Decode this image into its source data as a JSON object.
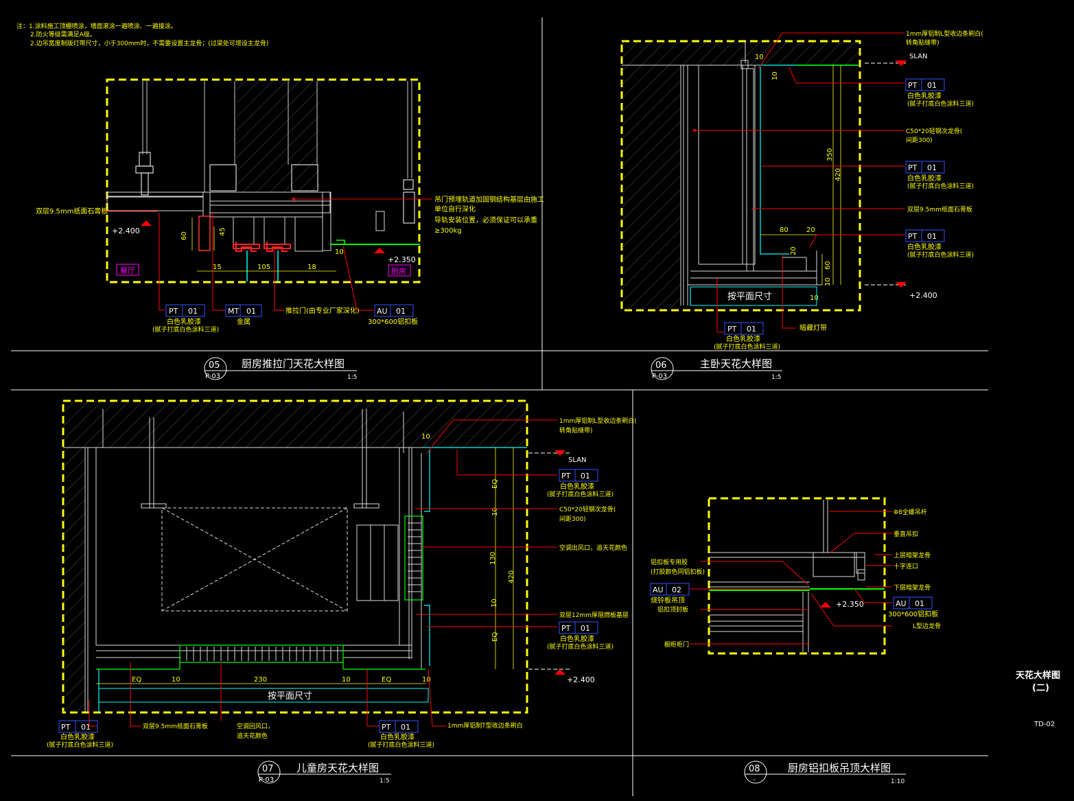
{
  "notes": {
    "line1": "注：1.涂料施工顶棚喷涂，墙面滚涂一遍喷涂、一遍接涂。",
    "line2": "2.防火等级需满足A级。",
    "line3": "2.边吊宽度制版灯带尺寸，小于300mm时，不需要设置主龙骨；(过梁处可增设主龙骨)"
  },
  "drawings": {
    "d05": {
      "num": "05",
      "sheet": "P-03",
      "title": "厨房推拉门天花大样图",
      "scale": "1:5"
    },
    "d06": {
      "num": "06",
      "sheet": "P-03",
      "title": "主卧天花大样图",
      "scale": "1:5"
    },
    "d07": {
      "num": "07",
      "sheet": "P-03",
      "title": "儿童房天花大样图",
      "scale": "1:5"
    },
    "d08": {
      "num": "08",
      "sheet": "-",
      "title": "厨房铝扣板吊顶大样图",
      "scale": "1:10"
    }
  },
  "d05": {
    "label_board": "双层9.5mm纸面石膏板",
    "level_left": "+2.400",
    "level_right": "+2.350",
    "room_left": "餐厅",
    "room_right": "厨房",
    "note_rail": [
      "吊门预埋轨道加固钢结构基层由施工",
      "单位自行深化",
      "导轨安装位置，必须保证可以承重",
      "≥300kg"
    ],
    "dims": {
      "d60": "60",
      "d45": "45",
      "d15": "15",
      "d105": "105",
      "d18": "18",
      "d10": "10"
    },
    "tags": [
      {
        "code": "PT",
        "num": "01",
        "name": "白色乳胶漆",
        "sub": "(腻子打底白色涂料三道)"
      },
      {
        "code": "MT",
        "num": "01",
        "name": "金属",
        "sub": ""
      },
      {
        "code": "AU",
        "num": "01",
        "name": "300*600铝扣板",
        "sub": ""
      }
    ],
    "label_door": "推拉门(由专业厂家深化)"
  },
  "d06": {
    "label_top": [
      "1mm厚铝制L型收边条刷白(",
      "转角贴缝带)"
    ],
    "slan": "SLAN",
    "tag1": {
      "code": "PT",
      "num": "01",
      "name": "白色乳胶漆",
      "sub": "(腻子打底白色涂料三道)"
    },
    "label_keel": [
      "C50*20轻钢次龙骨(",
      "间距300)"
    ],
    "tag2": {
      "code": "PT",
      "num": "01",
      "name": "白色乳胶漆",
      "sub": "(腻子打底白色涂料三道)"
    },
    "label_board": "双层9.5mm纸面石膏板",
    "tag3": {
      "code": "PT",
      "num": "01",
      "name": "白色乳胶漆",
      "sub": "(腻子打底白色涂料三道)"
    },
    "level": "+2.400",
    "plan_dim": "按平面尺寸",
    "tag_bottom": {
      "code": "PT",
      "num": "01",
      "name": "白色乳胶漆",
      "sub": "(腻子打底白色涂料三道)"
    },
    "label_light": "暗藏灯带",
    "dims": {
      "d10a": "10",
      "d10b": "10",
      "d350": "350",
      "d420": "420",
      "d80": "80",
      "d20a": "20",
      "d20b": "20",
      "d60": "60",
      "d10c": "10",
      "d10d": "10"
    }
  },
  "d07": {
    "label_top": [
      "1mm厚铝制L型收边条刷白(",
      "转角贴缝带)"
    ],
    "slan": "SLAN",
    "tag1": {
      "code": "PT",
      "num": "01",
      "name": "白色乳胶漆",
      "sub": "(腻子打底白色涂料三道)"
    },
    "label_keel": [
      "C50*20轻钢次龙骨(",
      "间距300)"
    ],
    "label_vent": "空调出风口，追天花颜色",
    "label_board": "双层12mm厚阻燃板基层",
    "tag2": {
      "code": "PT",
      "num": "01",
      "name": "白色乳胶漆",
      "sub": "(腻子打底白色涂料三道)"
    },
    "level": "+2.400",
    "plan_dim": "按平面尺寸",
    "tag_left": {
      "code": "PT",
      "num": "01",
      "name": "白色乳胶漆",
      "sub": "(腻子打底白色涂料三道)"
    },
    "label_gyp": "双层9.5mm纸面石膏板",
    "label_return": [
      "空调回风口，",
      "追天花颜色"
    ],
    "tag_right": {
      "code": "PT",
      "num": "01",
      "name": "白色乳胶漆",
      "sub": "(腻子打底白色涂料三道)"
    },
    "label_trim": "1mm厚铝制T型收边条刷白",
    "dims": {
      "d10t": "10",
      "eq1": "EQ",
      "d10a": "10",
      "d130": "130",
      "d420": "420",
      "d10b": "10",
      "eq2": "EQ",
      "eqb1": "EQ",
      "d10c": "10",
      "d230": "230",
      "d10d": "10",
      "eqb2": "EQ",
      "d10e": "10"
    }
  },
  "d08": {
    "labels_right": [
      "Φ8全螺吊杆",
      "垂直吊扣",
      "上层暗架龙骨",
      "十字连口",
      "下层暗架龙骨"
    ],
    "tag_right": {
      "code": "AU",
      "num": "01",
      "name": "300*600铝扣板"
    },
    "label_lkeel": "L型边龙骨",
    "labels_left": [
      "铝扣板专用胶",
      "(打胶颜色同铝扣板)"
    ],
    "tag_left": {
      "code": "AU",
      "num": "02",
      "name": "烧铃板吊顶"
    },
    "label_seal": "铝扣顶封板",
    "label_cab": "橱柜柜门",
    "level": "+2.350"
  },
  "sheet": {
    "title1": "天花大样图",
    "title2": "(二)",
    "code": "TD-02"
  }
}
